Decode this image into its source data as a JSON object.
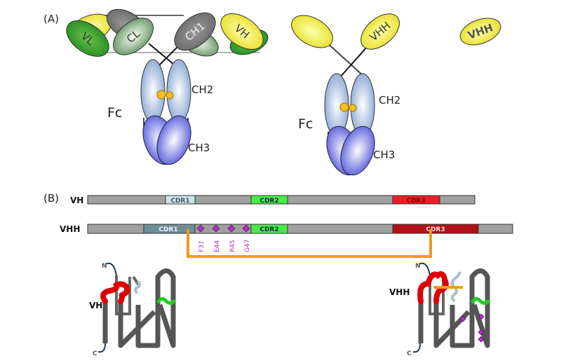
{
  "panel_a": {
    "label": "(A)",
    "igg": {
      "domains": [
        "VL",
        "CL",
        "CH1",
        "VH"
      ],
      "ch2": "CH2",
      "ch3": "CH3",
      "fc": "Fc"
    },
    "hcab": {
      "vhh": "VHH",
      "ch2": "CH2",
      "ch3": "CH3",
      "fc": "Fc"
    },
    "nanobody": "VHH"
  },
  "panel_b": {
    "label": "(B)",
    "vh_bar": {
      "label": "VH",
      "cdrs": [
        "CDR1",
        "CDR2",
        "CDR3"
      ]
    },
    "vhh_bar": {
      "label": "VHH",
      "cdrs": [
        "CDR1",
        "CDR2",
        "CDR3"
      ],
      "mutations": [
        "F37",
        "E44",
        "R45",
        "G47"
      ]
    },
    "vh_topology": {
      "label": "VH",
      "n": "N",
      "c": "C"
    },
    "vhh_topology": {
      "label": "VHH",
      "n": "N",
      "c": "C"
    }
  },
  "colors": {
    "cdr1": "#c8e4ec",
    "cdr2": "#44ee44",
    "cdr3": "#ee1c24",
    "bracket": "#f29b1c",
    "mutation": "#b030c0"
  }
}
